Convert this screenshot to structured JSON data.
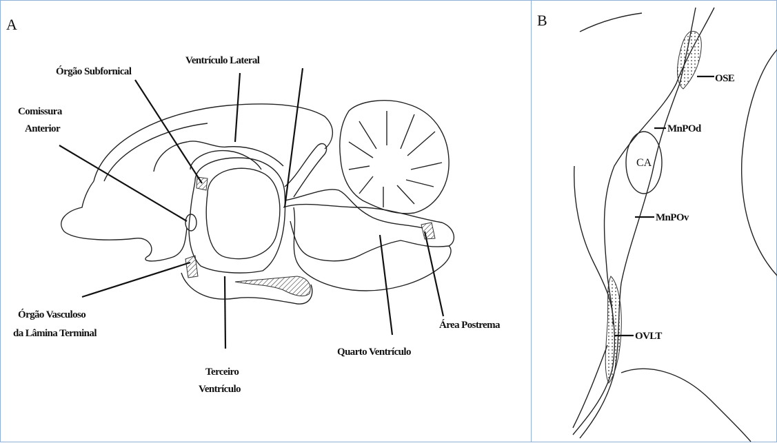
{
  "panel_a": {
    "label": "A",
    "labels": {
      "orgao_subfornical": "Órgão Subfornical",
      "ventriculo_lateral": "Ventrículo Lateral",
      "comissura_1": "Comissura",
      "comissura_2": "Anterior",
      "ovlt_1": "Órgão Vasculoso",
      "ovlt_2": "da Lâmina Terminal",
      "terceiro_1": "Terceiro",
      "terceiro_2": "Ventrículo",
      "area_postrema": "Área Postrema",
      "quarto_ventriculo": "Quarto Ventrículo"
    }
  },
  "panel_b": {
    "label": "B",
    "labels": {
      "ose": "OSE",
      "minpod": "MnPOd",
      "ca": "CA",
      "minpov": "MnPOv",
      "ovlt": "OVLT"
    }
  }
}
